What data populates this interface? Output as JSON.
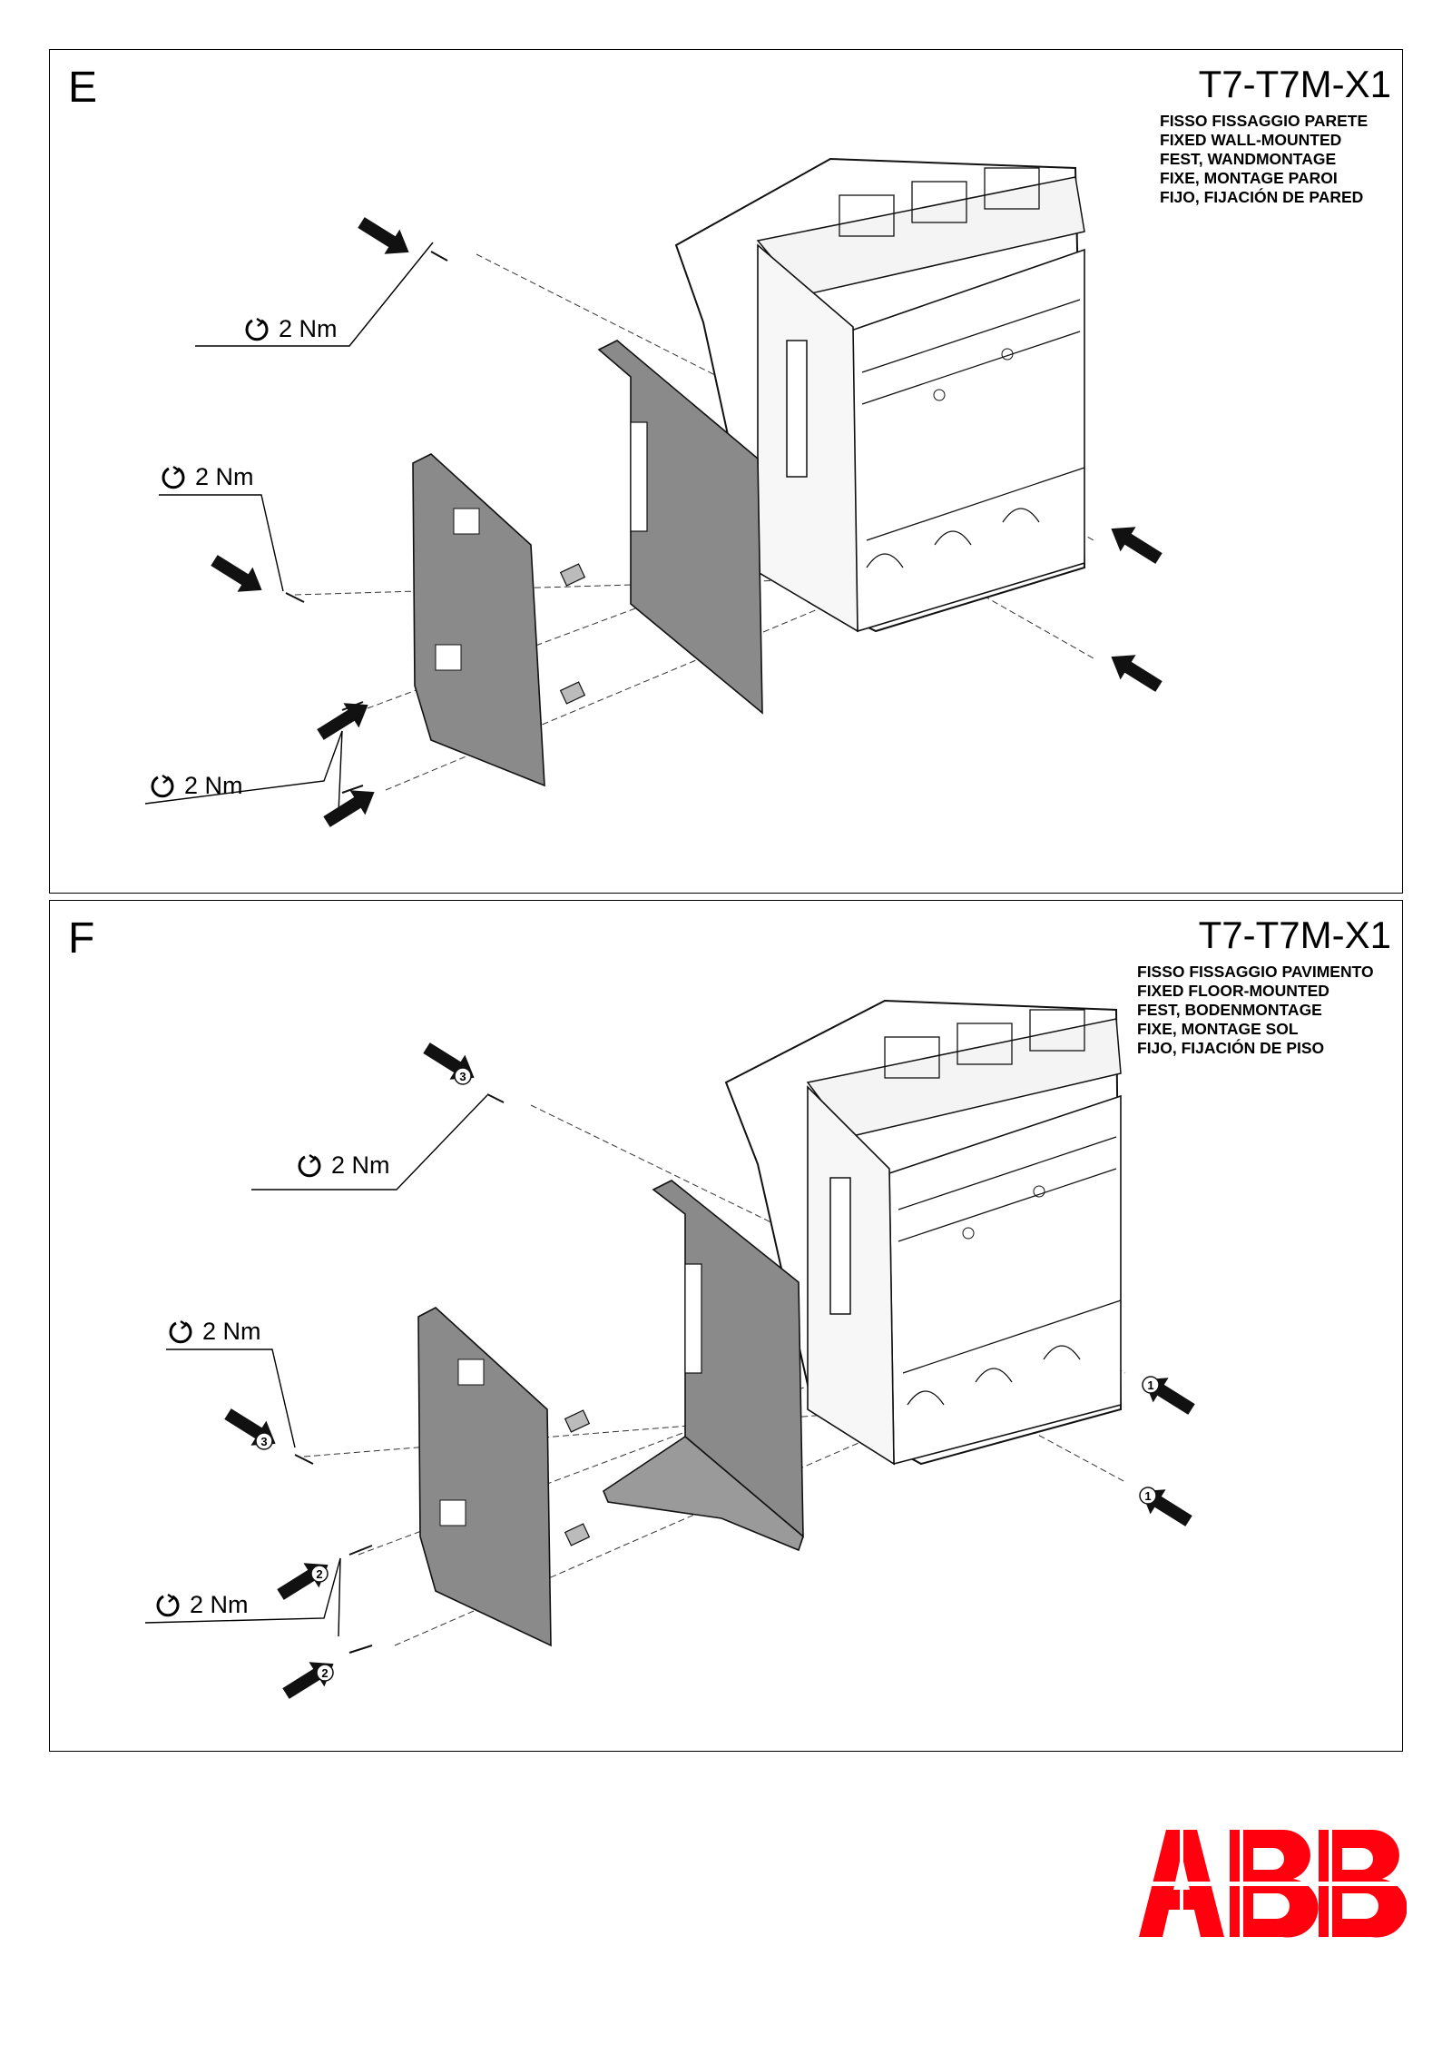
{
  "panels": [
    {
      "letter": "E",
      "model": "T7-T7M-X1",
      "mounting": [
        "FISSO FISSAGGIO PARETE",
        "FIXED WALL-MOUNTED",
        "FEST, WANDMONTAGE",
        "FIXE, MONTAGE PAROI",
        "FIJO, FIJACIÓN DE PARED"
      ],
      "torques": [
        "2 Nm",
        "2 Nm",
        "2 Nm"
      ]
    },
    {
      "letter": "F",
      "model": "T7-T7M-X1",
      "mounting": [
        "FISSO FISSAGGIO PAVIMENTO",
        "FIXED FLOOR-MOUNTED",
        "FEST, BODENMONTAGE",
        "FIXE, MONTAGE SOL",
        "FIJO, FIJACIÓN DE PISO"
      ],
      "torques": [
        "2 Nm",
        "2 Nm",
        "2 Nm"
      ],
      "step_numbers": [
        "3",
        "3",
        "2",
        "2",
        "1",
        "1"
      ]
    }
  ],
  "brand": {
    "logo_text": "ABB",
    "color": "#ff000f"
  },
  "icons": {
    "torque": "torque-rotation-icon",
    "arrow": "insert-arrow-icon"
  }
}
